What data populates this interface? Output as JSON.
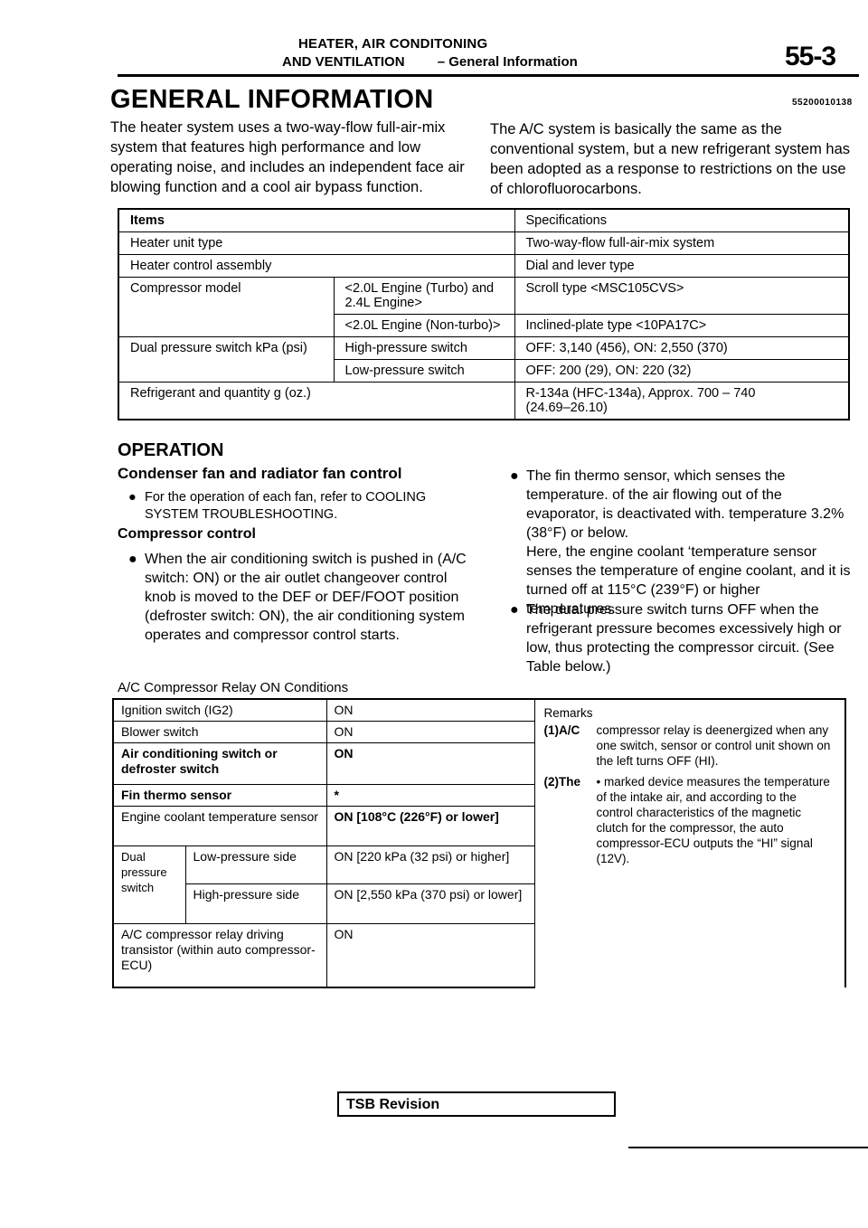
{
  "header": {
    "line1": "HEATER, AIR CONDITONING",
    "line2": "AND VENTILATION",
    "section": "– General Information",
    "page": "55-3"
  },
  "doc_code": "55200010138",
  "title": "GENERAL INFORMATION",
  "intro_left": "The heater system uses a two-way-flow full-air-mix system that features high performance and low operating noise, and includes an independent face air blowing function and a cool air bypass function.",
  "intro_right": "The A/C system is basically the same as the conventional system, but a new refrigerant system has been adopted as a response to restrictions on the use of chlorofluorocarbons.",
  "spec_table": {
    "header_item": "Items",
    "header_spec": "Specifications",
    "rows": {
      "heater_unit": {
        "item": "Heater unit type",
        "spec": "Two-way-flow full-air-mix system"
      },
      "heater_control": {
        "item": "Heater control assembly",
        "spec": "Dial and lever type"
      },
      "compressor": {
        "item": "Compressor model",
        "sub1": "<2.0L Engine (Turbo) and 2.4L Engine>",
        "spec1": "Scroll type <MSC105CVS>",
        "sub2": "<2.0L Engine (Non-turbo)>",
        "spec2": "Inclined-plate type <10PA17C>"
      },
      "dual_pressure": {
        "item": "Dual pressure switch kPa (psi)",
        "sub1": "High-pressure switch",
        "spec1": "OFF: 3,140 (456), ON: 2,550 (370)",
        "sub2": "Low-pressure switch",
        "spec2": "OFF: 200 (29), ON: 220 (32)"
      },
      "refrigerant": {
        "item": "Refrigerant and quantity g (oz.)",
        "spec1": "R-134a (HFC-134a), Approx. 700 – 740",
        "spec2": "(24.69–26.10)"
      }
    }
  },
  "operation": {
    "title": "OPERATION",
    "condenser_title": "Condenser fan and radiator fan control",
    "condenser_bullet": "For the operation of each fan, refer to COOLING SYSTEM TROUBLESHOOTING.",
    "compressor_title": "Compressor control",
    "compressor_bullet": "When the air conditioning switch is pushed in (A/C switch: ON) or the air outlet changeover control knob is moved to the DEF or DEF/FOOT position (defroster switch: ON), the air conditioning system operates and compressor control starts.",
    "fin_bullet": "The fin thermo sensor, which senses the temperature. of the air flowing out of the evaporator, is deactivated with. temperature 3.2% (38°F) or below.",
    "coolant_text": "Here, the engine coolant ‘temperature sensor senses the temperature of engine coolant, and it is turned off at 115°C (239°F) or higher temperatures.",
    "dual_bullet": "The dual pressure switch turns OFF when the refrigerant pressure becomes excessively high or low, thus protecting the compressor circuit. (See Table below.)"
  },
  "relay_table": {
    "title": "A/C Compressor Relay ON Conditions",
    "rows": {
      "ignition": {
        "item": "Ignition switch (IG2)",
        "value": "ON"
      },
      "blower": {
        "item": "Blower switch",
        "value": "ON"
      },
      "ac_switch": {
        "item": "Air conditioning switch or defroster switch",
        "value": "ON"
      },
      "fin_thermo": {
        "item": "Fin thermo sensor",
        "value": "*"
      },
      "coolant": {
        "item": "Engine coolant temperature sensor",
        "value": "ON [108°C (226°F) or lower]"
      },
      "dual_group": "Dual pressure switch",
      "low_side": {
        "item": "Low-pressure side",
        "value": "ON [220 kPa (32 psi) or higher]"
      },
      "high_side": {
        "item": "High-pressure side",
        "value": "ON [2,550 kPa (370 psi) or lower]"
      },
      "transistor": {
        "item": "A/C compressor relay driving transistor (within auto compressor-ECU)",
        "value": "ON"
      }
    },
    "remarks_title": "Remarks",
    "remark1_num": "(1)A/C",
    "remark1": "compressor relay is deenergized when any one switch, sensor or control unit shown on the left turns OFF (HI).",
    "remark2_num": "(2)The",
    "remark2": "• marked device measures the temperature of the intake air, and according to the control characteristics of the magnetic clutch for the compressor, the auto compressor-ECU outputs the “HI” signal (12V)."
  },
  "footer": {
    "tsb": "TSB Revision"
  }
}
